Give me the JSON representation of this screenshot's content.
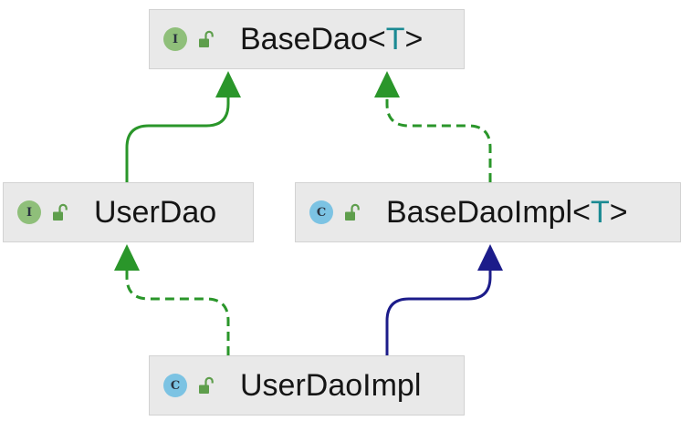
{
  "colors": {
    "node_bg": "#e9e9e9",
    "node_border": "#d2d2d2",
    "label_text": "#151515",
    "type_param": "#1b8a93",
    "interface_icon": "#8fbf7a",
    "class_icon": "#7cc3e3",
    "icon_letter": "#2a3340",
    "lock": "#5e9e4c",
    "green_arrow": "#2a962a",
    "navy_arrow": "#1c1c8a"
  },
  "nodes": [
    {
      "name": "BaseDao",
      "generic_open": "<",
      "type_param": "T",
      "generic_close": ">",
      "icon": "interface-icon",
      "icon_letter": "I",
      "access_icon": "lock-icon"
    },
    {
      "name": "UserDao",
      "icon": "interface-icon",
      "icon_letter": "I",
      "access_icon": "lock-icon"
    },
    {
      "name": "BaseDaoImpl",
      "generic_open": "<",
      "type_param": "T",
      "generic_close": ">",
      "icon": "class-icon",
      "icon_letter": "C",
      "access_icon": "lock-icon"
    },
    {
      "name": "UserDaoImpl",
      "icon": "class-icon",
      "icon_letter": "C",
      "access_icon": "lock-icon"
    }
  ]
}
